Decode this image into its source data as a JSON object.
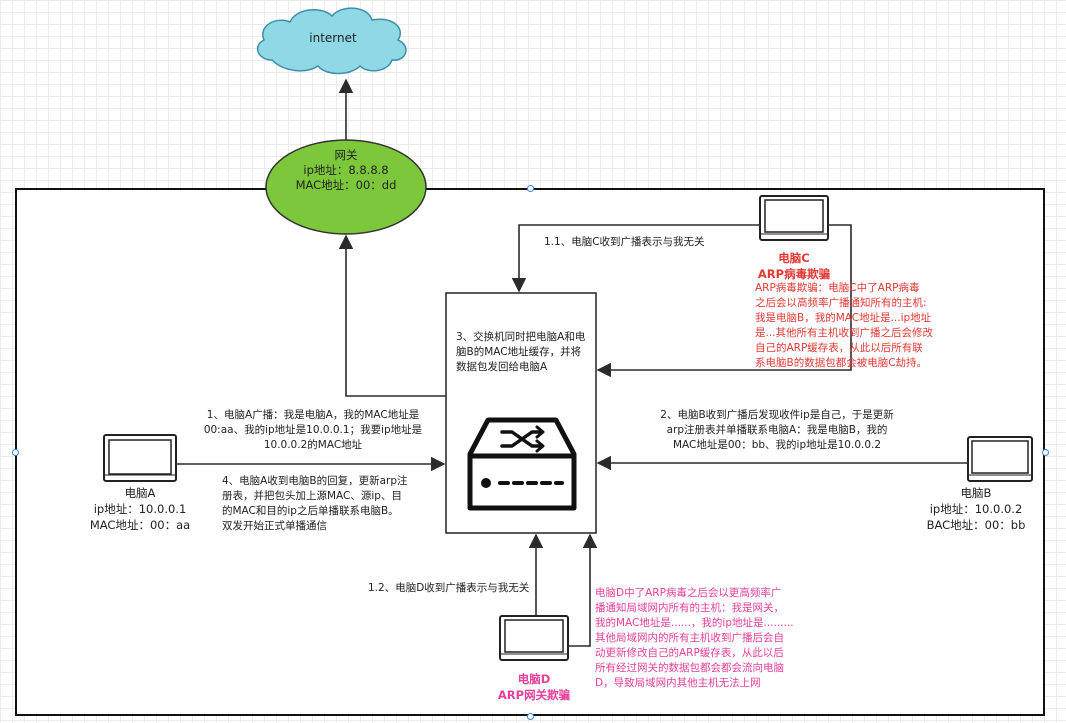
{
  "internet": {
    "label": "internet"
  },
  "gateway": {
    "line1": "网关",
    "line2": "ip地址：8.8.8.8",
    "line3": "MAC地址：00：dd"
  },
  "pc_a": {
    "name": "电脑A",
    "ip": "ip地址：10.0.0.1",
    "mac": "MAC地址：00：aa"
  },
  "pc_b": {
    "name": "电脑B",
    "ip": "ip地址：10.0.0.2",
    "mac": "BAC地址：00：bb"
  },
  "pc_c": {
    "name": "电脑C",
    "role": "ARP病毒欺骗"
  },
  "pc_d": {
    "name": "电脑D",
    "role": "ARP网关欺骗"
  },
  "notes": {
    "step_1": "1、电脑A广播：我是电脑A，我的MAC地址是\n00:aa、我的ip地址是10.0.0.1；我要ip地址是\n10.0.0.2的MAC地址",
    "step_1_1": "1.1、电脑C收到广播表示与我无关",
    "step_1_2": "1.2、电脑D收到广播表示与我无关",
    "step_2": "2、电脑B收到广播后发现收件ip是自己，于是更新\narp注册表并单播联系电脑A：我是电脑B，我的\nMAC地址是00：bb、我的ip地址是10.0.0.2",
    "step_3": "3、交换机同时把电脑A和电\n脑B的MAC地址缓存，并将\n数据包发回给电脑A",
    "step_4": "4、电脑A收到电脑B的回复，更新arp注\n册表，并把包头加上源MAC、源ip、目\n的MAC和目的ip之后单播联系电脑B。\n双发开始正式单播通信",
    "arp_c": "ARP病毒欺骗：电脑C中了ARP病毒\n之后会以高频率广播通知所有的主机:\n我是电脑B，我的MAC地址是...ip地址\n是...其他所有主机收到广播之后会修改\n自己的ARP缓存表，从此以后所有联\n系电脑B的数据包都会被电脑C劫持。",
    "arp_d": "电脑D中了ARP病毒之后会以更高频率广\n播通知局域网内所有的主机：我是网关，\n我的MAC地址是......，我的ip地址是.........\n其他局域网内的所有主机收到广播后会自\n动更新修改自己的ARP缓存表，从此以后\n所有经过网关的数据包都会都会流向电脑\nD，导致局域网内其他主机无法上网"
  },
  "colors": {
    "cloud_fill": "#8fd8e6",
    "gateway_fill": "#7dc83a",
    "attack_red": "#e53935",
    "attack_pink": "#e8409a",
    "lines": "#2b2b2b"
  }
}
